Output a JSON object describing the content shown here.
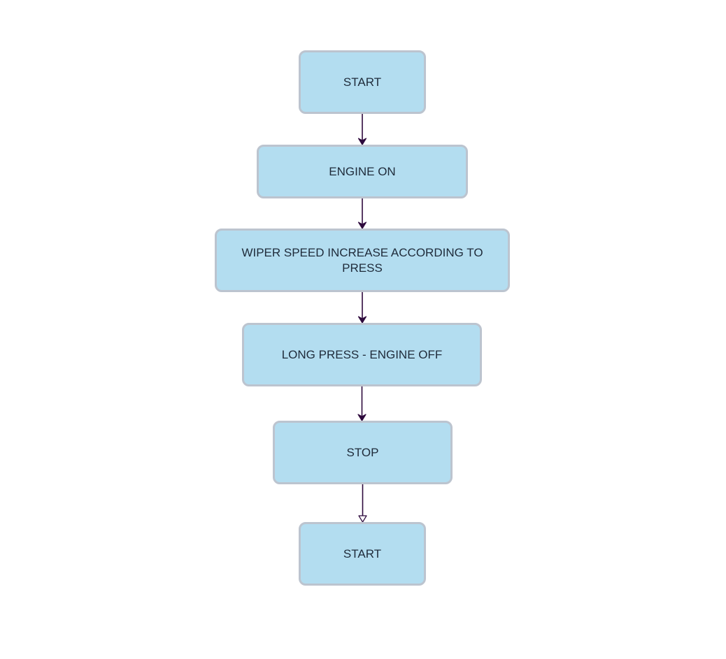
{
  "diagram": {
    "node_fill": "#b3ddf0",
    "node_border": "#bcc4cf",
    "text_color": "#1f2b3a",
    "connector_color": "#2e0a3d",
    "nodes": [
      {
        "label": "START"
      },
      {
        "label": "ENGINE ON"
      },
      {
        "label": "WIPER SPEED INCREASE ACCORDING TO PRESS"
      },
      {
        "label": "LONG PRESS - ENGINE OFF"
      },
      {
        "label": "STOP"
      },
      {
        "label": "START"
      }
    ],
    "edges": [
      {
        "from": 0,
        "to": 1,
        "arrow": "filled"
      },
      {
        "from": 1,
        "to": 2,
        "arrow": "filled"
      },
      {
        "from": 2,
        "to": 3,
        "arrow": "filled"
      },
      {
        "from": 3,
        "to": 4,
        "arrow": "filled"
      },
      {
        "from": 4,
        "to": 5,
        "arrow": "open"
      }
    ]
  }
}
